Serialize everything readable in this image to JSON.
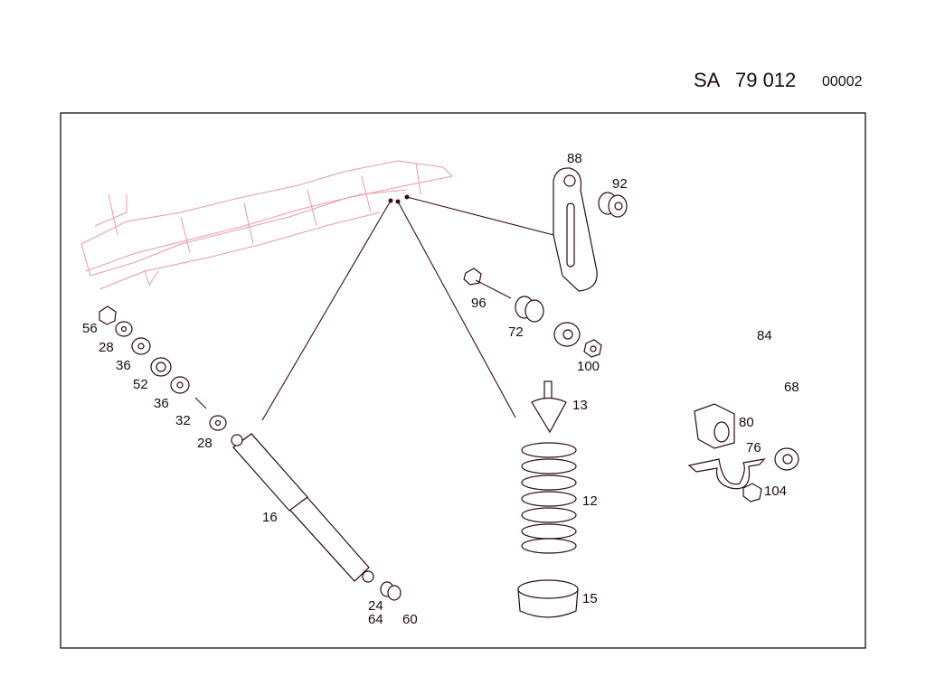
{
  "header": {
    "prefix": "SA",
    "group": "79 012",
    "sheet": "00002"
  },
  "labels": {
    "l88": "88",
    "l92": "92",
    "l96": "96",
    "l72": "72",
    "l84": "84",
    "l100": "100",
    "l68": "68",
    "l13": "13",
    "l80": "80",
    "l76": "76",
    "l104": "104",
    "l12": "12",
    "l16": "16",
    "l15": "15",
    "l24": "24",
    "l64": "64",
    "l60": "60",
    "l56": "56",
    "l28a": "28",
    "l36a": "36",
    "l52": "52",
    "l36b": "36",
    "l32": "32",
    "l28b": "28"
  },
  "colors": {
    "line": "#3a0a14",
    "frame_chassis": "#e89aa8"
  }
}
